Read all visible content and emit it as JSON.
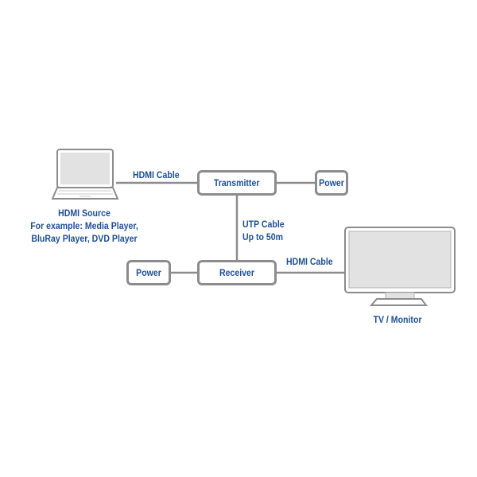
{
  "nodes": {
    "transmitter": "Transmitter",
    "receiver": "Receiver",
    "power_tx": "Power",
    "power_rx": "Power"
  },
  "links": {
    "hdmi_in": "HDMI Cable",
    "utp_line1": "UTP Cable",
    "utp_line2": "Up to 50m",
    "hdmi_out": "HDMI Cable"
  },
  "source": {
    "title": "HDMI Source",
    "line2": "For example: Media Player,",
    "line3": "BluRay Player, DVD Player"
  },
  "display": {
    "title": "TV / Monitor"
  },
  "colors": {
    "text": "#1d4f94",
    "stroke": "#8c8c8c",
    "screen": "#e2e2e2"
  }
}
